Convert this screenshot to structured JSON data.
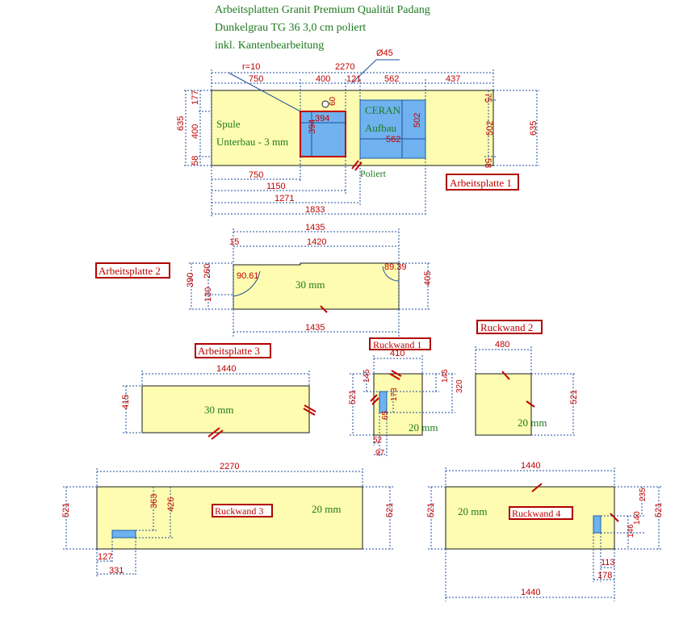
{
  "header": {
    "line1": "Arbeitsplatten Granit Premium Qualität Padang",
    "line2": "Dunkelgrau TG 36 3,0 cm poliert",
    "line3": "inkl. Kantenbearbeitung"
  },
  "ap1": {
    "label": "Arbeitsplatte 1",
    "spule": "Spule",
    "unterbau": "Unterbau - 3 mm",
    "ceran": "CERAN",
    "aufbau": "Aufbau",
    "poliert": "Poliert",
    "r": "r=10",
    "total": "2270",
    "d45": "Ø45",
    "top": [
      "750",
      "400",
      "121",
      "562",
      "437"
    ],
    "left": [
      "177",
      "400",
      "58"
    ],
    "left_total": "635",
    "right": [
      "75",
      "502",
      "58"
    ],
    "right_total": "635",
    "sink_w": "394",
    "sink_h": "394",
    "tap": "60",
    "hob_h": "502",
    "hob_w": "562",
    "bottom": [
      "750",
      "1150",
      "1271",
      "1833"
    ]
  },
  "ap2": {
    "label": "Arbeitsplatte 2",
    "top_outer": "1435",
    "top_inner": "1420",
    "offset": "15",
    "left_total": "390",
    "left_a": "260",
    "left_b": "130",
    "angle_l": "90.61",
    "angle_r": "89.39",
    "thickness": "30 mm",
    "right": "405",
    "bottom": "1435"
  },
  "ap3": {
    "label": "Arbeitsplatte 3",
    "width": "1440",
    "height": "415",
    "thickness": "30 mm"
  },
  "rw1": {
    "label": "Ruckwand 1",
    "width": "410",
    "height": "521",
    "d145a": "145",
    "d173": "173",
    "d145b": "145",
    "d320": "320",
    "d65": "65",
    "d52": "52",
    "d97": "97",
    "thickness": "20 mm"
  },
  "rw2": {
    "label": "Ruckwand 2",
    "width": "480",
    "height": "521",
    "thickness": "20 mm"
  },
  "rw3": {
    "label": "Ruckwand 3",
    "width": "2270",
    "height_l": "521",
    "height_r": "521",
    "d363": "363",
    "d426": "426",
    "d127": "127",
    "d331": "331",
    "thickness": "20 mm"
  },
  "rw4": {
    "label": "Ruckwand 4",
    "width_top": "1440",
    "width_bottom": "1440",
    "height_l": "521",
    "height_r": "521",
    "d235": "235",
    "d140": "140",
    "d146": "146",
    "d113": "113",
    "d178": "178",
    "thickness": "20 mm"
  },
  "colors": {
    "slab": "#fdfcb0",
    "cutout": "#6fb2ef",
    "dimension": "#1f4e9c",
    "text_green": "#1f7a1f",
    "text_red": "#c00000"
  }
}
